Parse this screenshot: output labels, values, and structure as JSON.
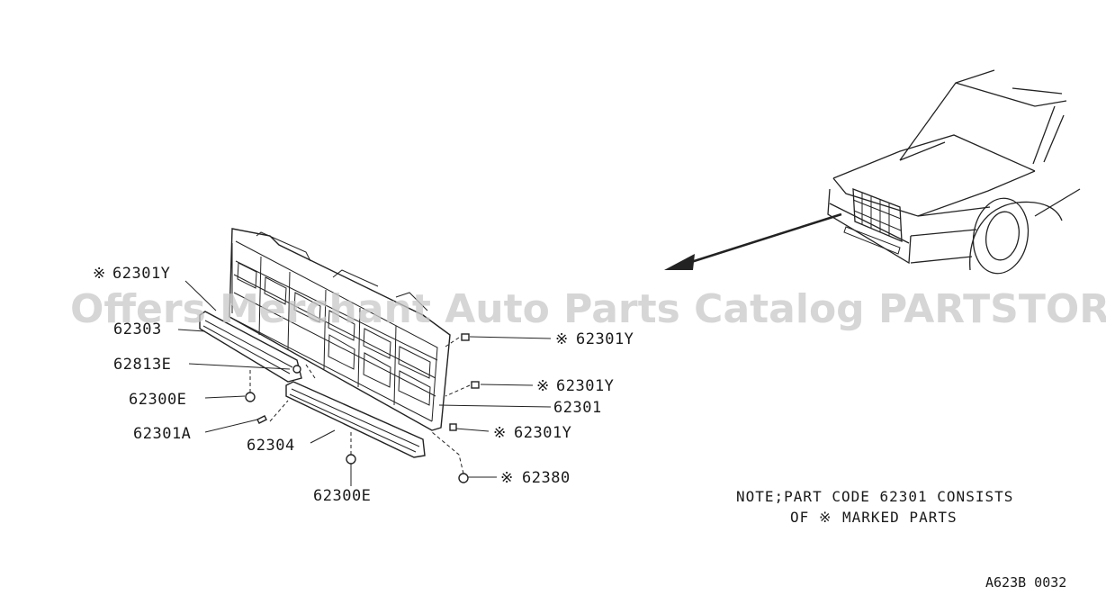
{
  "watermark": "Offers Merchant Auto Parts Catalog PARTSTORE.SA",
  "labels": {
    "l62301y_top_left": "62301Y",
    "l62303": "62303",
    "l62813e": "62813E",
    "l62300e_left": "62300E",
    "l62301a": "62301A",
    "l62304": "62304",
    "l62300e_bottom": "62300E",
    "l62301y_right1": "62301Y",
    "l62301y_right2": "62301Y",
    "l62301": "62301",
    "l62301y_right3": "62301Y",
    "l62380": "62380"
  },
  "asterisk": "※",
  "note": {
    "line1": "NOTE;PART CODE 62301 CONSISTS",
    "line2_prefix": "OF",
    "line2_suffix": "MARKED PARTS"
  },
  "diagram_code": "A623B 0032"
}
